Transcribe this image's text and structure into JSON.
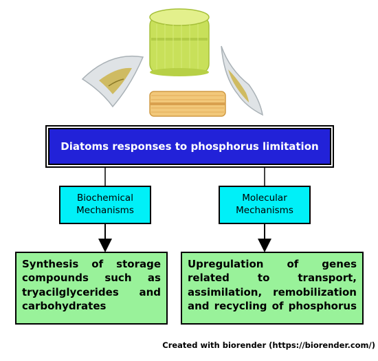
{
  "title": "Diatoms responses to phosphorus limitation",
  "branches": [
    {
      "heading": "Biochemical Mechanisms",
      "outcome_lines": [
        "Synthesis of storage",
        "compounds such as",
        "tryacilglycerides and",
        "carbohydrates"
      ]
    },
    {
      "heading": "Molecular Mechanisms",
      "outcome_lines": [
        "Upregulation of genes",
        "related to transport,",
        "assimilation, remobilization",
        "and recycling of phosphorus"
      ]
    }
  ],
  "credit": "Created with biorender (https://biorender.com/)",
  "colors": {
    "title_box": "#2222d8",
    "mechanism_box": "#00f0f8",
    "outcome_box": "#99f29a"
  },
  "illustration_icons": [
    "centric-diatom-icon",
    "pennate-diatom-left-icon",
    "pennate-diatom-right-icon",
    "girdle-band-diatom-icon"
  ]
}
